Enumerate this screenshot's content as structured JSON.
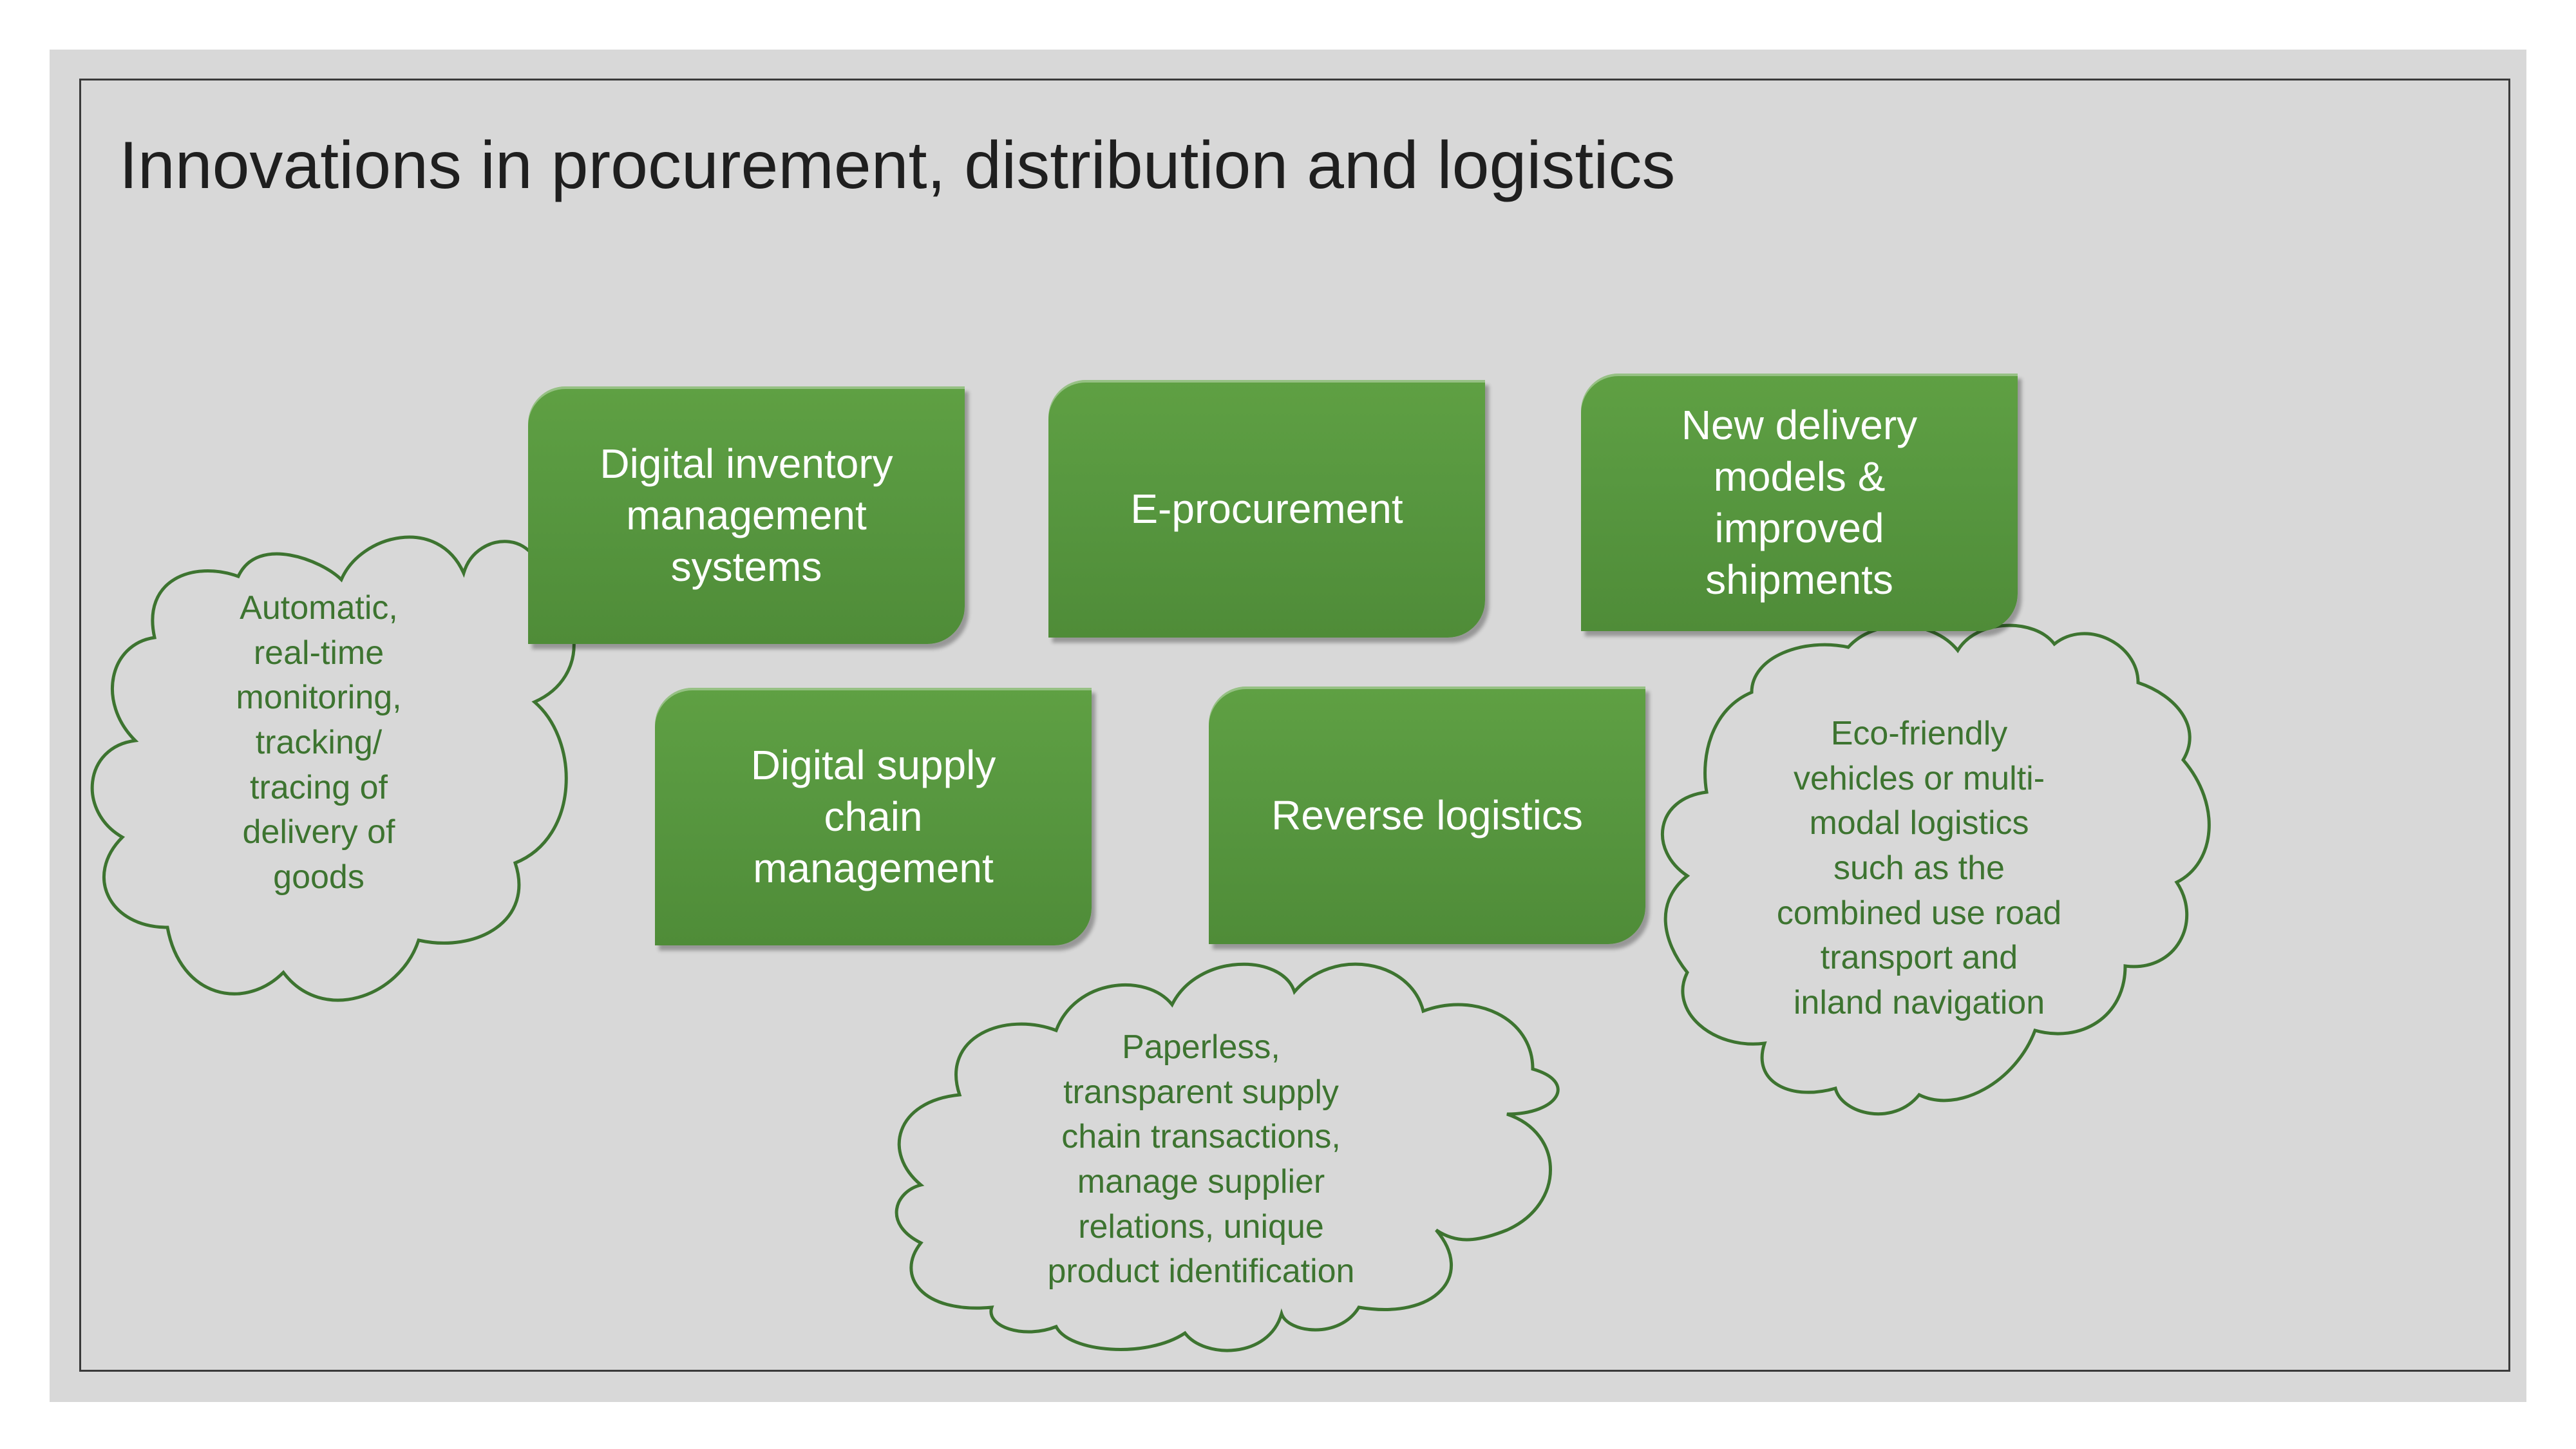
{
  "title": "Innovations in procurement, distribution and logistics",
  "colors": {
    "box_green": "#589840",
    "cloud_outline": "#3d7430",
    "cloud_text": "#3d7430",
    "background": "#d8d8d8"
  },
  "boxes": {
    "inventory": "Digital inventory\nmanagement\nsystems",
    "eprocurement": "E-procurement",
    "delivery": "New delivery\nmodels &\nimproved\nshipments",
    "supply_chain": "Digital supply\nchain\nmanagement",
    "reverse": "Reverse logistics"
  },
  "clouds": {
    "monitoring": "Automatic,\nreal-time\nmonitoring,\ntracking/\ntracing of\ndelivery of\ngoods",
    "paperless": "Paperless,\ntransparent supply\nchain transactions,\nmanage supplier\nrelations, unique\nproduct  identification",
    "eco": "Eco-friendly\nvehicles or multi-\nmodal logistics\nsuch as the\ncombined use  road\ntransport  and\ninland  navigation"
  }
}
